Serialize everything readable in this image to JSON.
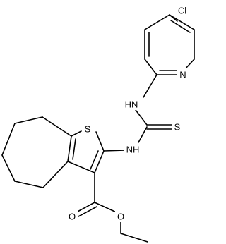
{
  "molecule": {
    "atom_labels": {
      "cl": "Cl",
      "pyridine_n": "N",
      "nh_top": "HN",
      "thione_s": "S",
      "nh_bottom": "NH",
      "thiophene_s": "S",
      "carbonyl_o": "O",
      "ester_o": "O"
    }
  }
}
